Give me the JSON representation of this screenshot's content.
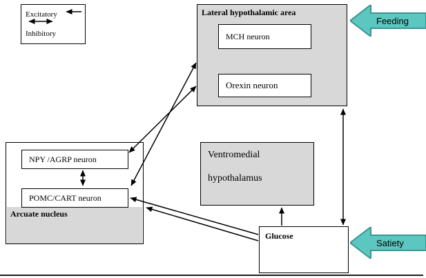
{
  "legend": {
    "excitatory_label": "Excitatory",
    "inhibitory_label": "Inhibitory"
  },
  "lha": {
    "title": "Lateral hypothalamic area",
    "mch_label": "MCH neuron",
    "orexin_label": "Orexin neuron"
  },
  "arcuate": {
    "title": "Arcuate nucleus",
    "npy_label": "NPY /AGRP neuron",
    "pomc_label": "POMC/CART neuron"
  },
  "vmh": {
    "line1": "Ventromedial",
    "line2": "hypothalamus"
  },
  "glucose": {
    "label": "Glucose"
  },
  "feeding_arrow": {
    "label": "Feeding"
  },
  "satiety_arrow": {
    "label": "Satiety"
  },
  "colors": {
    "block_arrow_fill": "#5cc7c0",
    "block_arrow_stroke": "#3a948e",
    "shaded_box": "#d8d8d8",
    "edge_line": "#000000"
  },
  "edges": [
    {
      "from": "NPY /AGRP neuron",
      "to": "Lateral hypothalamic area",
      "style": "double-headed"
    },
    {
      "from": "POMC/CART neuron",
      "to": "Lateral hypothalamic area",
      "style": "double-headed"
    },
    {
      "from": "NPY /AGRP neuron",
      "to": "POMC/CART neuron",
      "style": "double-headed"
    },
    {
      "from": "Glucose",
      "to": "POMC/CART neuron",
      "style": "single-headed"
    },
    {
      "from": "Glucose",
      "to": "Arcuate nucleus",
      "style": "single-headed"
    },
    {
      "from": "Glucose",
      "to": "Ventromedial hypothalamus",
      "style": "single-headed"
    },
    {
      "from": "Lateral hypothalamic area",
      "to": "Glucose / Satiety",
      "style": "double-headed"
    }
  ]
}
